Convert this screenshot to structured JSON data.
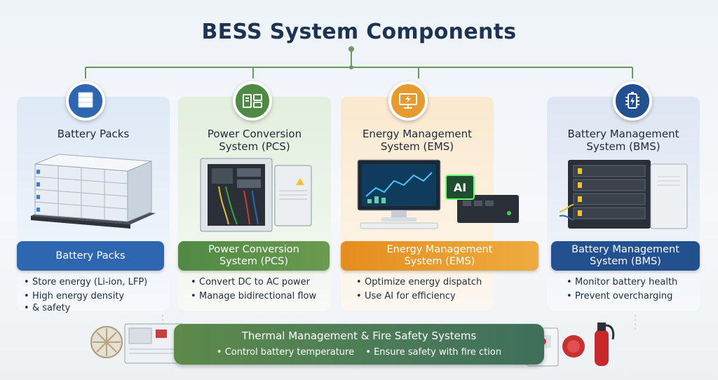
{
  "title": "BESS System Components",
  "components": [
    {
      "icon": "battery-stack-icon",
      "heading": [
        "Battery Packs"
      ],
      "bar": [
        "Battery Packs"
      ],
      "bullets": [
        "Store energy (Li-ion, LFP)",
        "High energy density",
        "& safety"
      ]
    },
    {
      "icon": "power-converter-icon",
      "heading": [
        "Power Conversion",
        "System (PCS)"
      ],
      "bar": [
        "Power Conversion",
        "System (PCS)"
      ],
      "bullets": [
        "Convert DC to AC power",
        "Manage bidirectional flow"
      ]
    },
    {
      "icon": "computer-lightning-icon",
      "heading": [
        "Energy Management",
        "System (EMS)"
      ],
      "bar": [
        "Energy Management",
        "System (EMS)"
      ],
      "bullets": [
        "Optimize energy dispatch",
        "Use AI for efficiency"
      ],
      "ai_label": "AI"
    },
    {
      "icon": "battery-chip-icon",
      "heading": [
        "Battery Management",
        "System (BMS)"
      ],
      "bar": [
        "Battery Management",
        "System (BMS)"
      ],
      "bullets": [
        "Monitor battery health",
        "Prevent overcharging"
      ]
    }
  ],
  "thermal": {
    "title": "Thermal Management & Fire Safety Systems",
    "bullets": [
      "Control battery temperature",
      "Ensure safety with fire ction"
    ]
  },
  "colors": {
    "blue": "#2f66b0",
    "green": "#4f8a45",
    "orange": "#e79a2e",
    "navy": "#23508e",
    "title": "#1c3352"
  }
}
